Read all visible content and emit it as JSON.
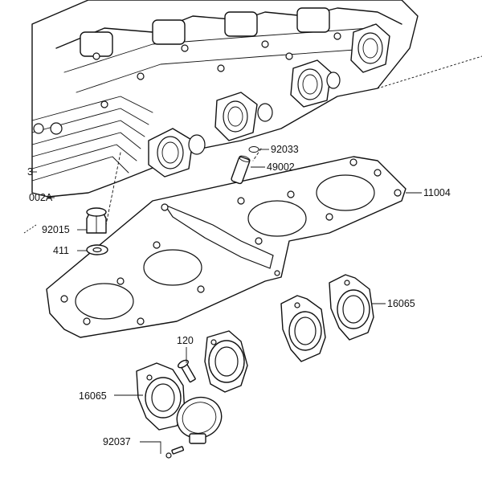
{
  "diagram": {
    "parts": [
      {
        "id": "p92033",
        "number": "92033"
      },
      {
        "id": "p49002",
        "number": "49002"
      },
      {
        "id": "p11004",
        "number": "11004"
      },
      {
        "id": "p92015",
        "number": "92015"
      },
      {
        "id": "p411",
        "number": "411"
      },
      {
        "id": "p16065r",
        "number": "16065"
      },
      {
        "id": "p120",
        "number": "120"
      },
      {
        "id": "p16065l",
        "number": "16065"
      },
      {
        "id": "p92037",
        "number": "92037"
      },
      {
        "id": "p002a",
        "number": "002A"
      },
      {
        "id": "p3",
        "number": "3"
      }
    ]
  }
}
